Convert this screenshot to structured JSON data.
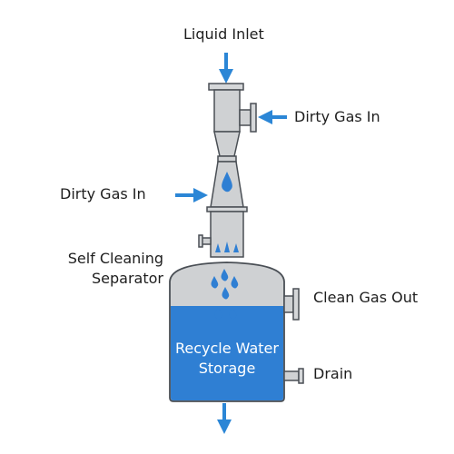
{
  "labels": {
    "liquid_inlet": "Liquid Inlet",
    "dirty_gas_in_right": "Dirty Gas In",
    "dirty_gas_in_left": "Dirty Gas In",
    "self_cleaning_line1": "Self Cleaning",
    "self_cleaning_line2": "Separator",
    "clean_gas_out": "Clean Gas Out",
    "drain": "Drain",
    "tank_line1": "Recycle Water",
    "tank_line2": "Storage"
  },
  "colors": {
    "arrow": "#2b86d6",
    "water": "#2f7fd3",
    "metal": "#cfd1d3",
    "outline": "#4a4f55",
    "droplet": "#2f7fd3"
  }
}
